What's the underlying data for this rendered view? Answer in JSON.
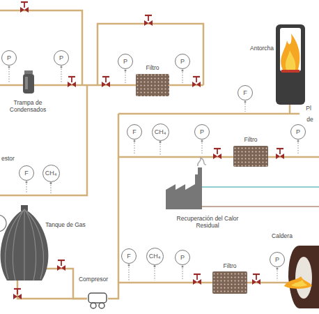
{
  "diagram": {
    "nodes": [
      {
        "text": [
          "P"
        ]
      },
      {
        "text": [
          "P"
        ]
      },
      {
        "text": [
          "P"
        ]
      },
      {
        "text": [
          "P"
        ]
      },
      {
        "text": [
          "F"
        ]
      },
      {
        "text": [
          "F"
        ]
      },
      {
        "text": [
          "CH₄"
        ]
      },
      {
        "text": [
          "P"
        ]
      },
      {
        "text": [
          "P"
        ]
      },
      {
        "text": [
          "F"
        ]
      },
      {
        "text": [
          "CH₄"
        ]
      },
      {
        "text": [
          "F"
        ]
      },
      {
        "text": [
          "CH₄"
        ]
      },
      {
        "text": [
          "P"
        ]
      },
      {
        "text": [
          "P"
        ]
      }
    ],
    "labels": [
      "Filtro",
      "Antorcha",
      "Trampa de Condensados",
      "Pl",
      "de",
      "estor",
      "Filtro",
      "Recuperación del Calor Residual",
      "Tanque de Gas",
      "Caldera",
      "Compresor",
      "Filtro"
    ]
  }
}
